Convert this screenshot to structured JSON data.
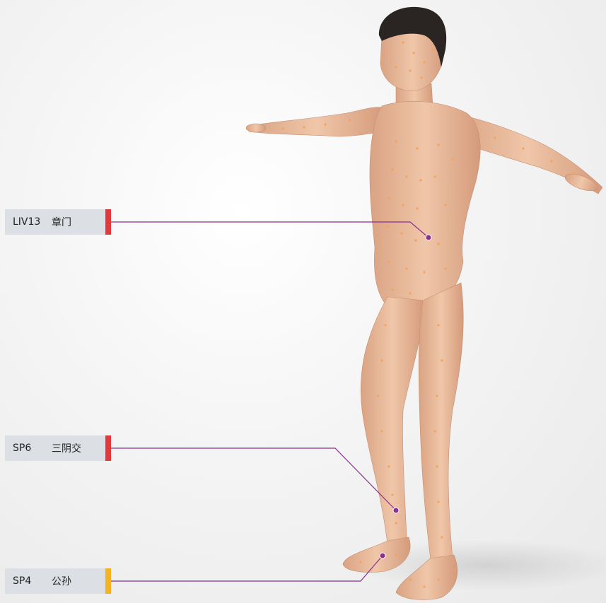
{
  "acupoints": [
    {
      "code": "LIV13",
      "name": "章门",
      "marker_color": "#e03a3e"
    },
    {
      "code": "SP6",
      "name": "三阴交",
      "marker_color": "#e03a3e"
    },
    {
      "code": "SP4",
      "name": "公孙",
      "marker_color": "#f4b321"
    }
  ],
  "leader_line_color": "#8b2f8e",
  "acupoint_dot_color": "#f3a35a"
}
